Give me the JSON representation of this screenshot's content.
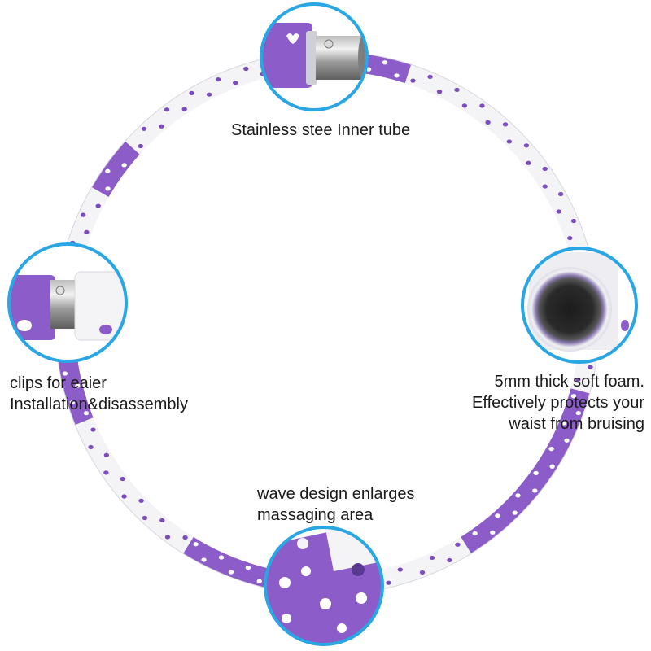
{
  "colors": {
    "ring_white": "#f4f4f7",
    "ring_purple": "#8c5cc8",
    "dot_purple": "#7a4cbd",
    "dot_white": "#ffffff",
    "callout_border": "#29a6e3",
    "steel_light": "#e8e8e8",
    "steel_dark": "#6e6e6e",
    "text": "#1a1a1a"
  },
  "callouts": [
    {
      "id": "inner-tube",
      "lines": [
        "Stainless stee Inner tube"
      ]
    },
    {
      "id": "clips",
      "lines": [
        "clips for eaier",
        "Installation&disassembly"
      ]
    },
    {
      "id": "foam",
      "lines": [
        "5mm thick soft foam.",
        "Effectively protects your",
        "waist from bruising"
      ]
    },
    {
      "id": "wave",
      "lines": [
        "wave design enlarges",
        "massaging area"
      ]
    }
  ]
}
